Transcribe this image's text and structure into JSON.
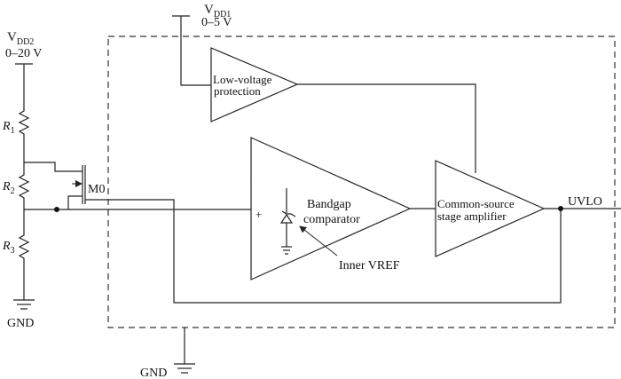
{
  "supplies": {
    "vdd2": {
      "symbol": "V",
      "subscript": "DD2",
      "range": "0–20 V"
    },
    "vdd1": {
      "symbol": "V",
      "subscript": "DD1",
      "range": "0–5 V"
    }
  },
  "resistors": [
    {
      "letter": "R",
      "index": "1"
    },
    {
      "letter": "R",
      "index": "2"
    },
    {
      "letter": "R",
      "index": "3"
    }
  ],
  "transistor": {
    "label": "M0"
  },
  "blocks": {
    "low_voltage_protection": {
      "line1": "Low-voltage",
      "line2": "protection"
    },
    "bandgap_comparator": {
      "line1": "Bandgap",
      "line2": "comparator",
      "plus_sign": "+"
    },
    "common_source_amplifier": {
      "line1": "Common-source",
      "line2": "stage amplifier"
    }
  },
  "annotations": {
    "inner_vref": "Inner VREF"
  },
  "output": {
    "label": "UVLO"
  },
  "grounds": {
    "left": "GND",
    "bottom": "GND"
  }
}
